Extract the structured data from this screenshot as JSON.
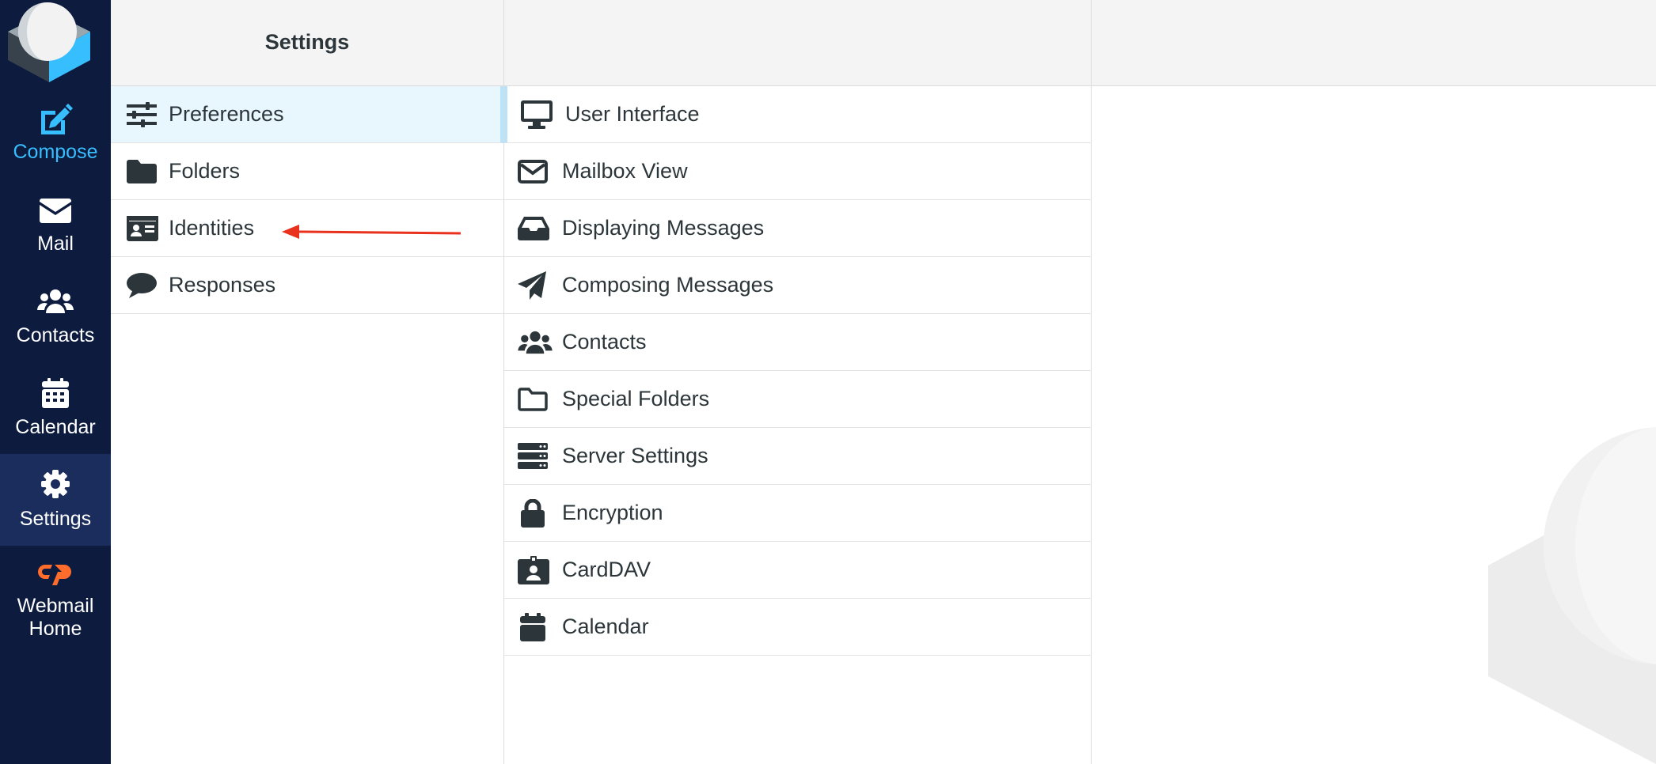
{
  "nav": {
    "compose": "Compose",
    "mail": "Mail",
    "contacts": "Contacts",
    "calendar": "Calendar",
    "settings": "Settings",
    "webmail_home_1": "Webmail",
    "webmail_home_2": "Home"
  },
  "header": {
    "title": "Settings"
  },
  "sections": [
    {
      "label": "Preferences",
      "icon": "sliders-icon"
    },
    {
      "label": "Folders",
      "icon": "folder-icon"
    },
    {
      "label": "Identities",
      "icon": "id-card-icon"
    },
    {
      "label": "Responses",
      "icon": "speech-bubble-icon"
    }
  ],
  "preferences": [
    {
      "label": "User Interface",
      "icon": "monitor-icon"
    },
    {
      "label": "Mailbox View",
      "icon": "envelope-icon"
    },
    {
      "label": "Displaying Messages",
      "icon": "inbox-tray-icon"
    },
    {
      "label": "Composing Messages",
      "icon": "paper-plane-icon"
    },
    {
      "label": "Contacts",
      "icon": "users-icon"
    },
    {
      "label": "Special Folders",
      "icon": "folder-outline-icon"
    },
    {
      "label": "Server Settings",
      "icon": "server-icon"
    },
    {
      "label": "Encryption",
      "icon": "lock-icon"
    },
    {
      "label": "CardDAV",
      "icon": "contact-badge-icon"
    },
    {
      "label": "Calendar",
      "icon": "calendar-icon"
    }
  ],
  "colors": {
    "nav_bg": "#0d1b3e",
    "nav_active": "#1b2d5c",
    "accent": "#37beff",
    "selected_row": "#e8f6fd",
    "cpanel_orange": "#ff6c2c",
    "annotation_arrow": "#e8321e"
  }
}
